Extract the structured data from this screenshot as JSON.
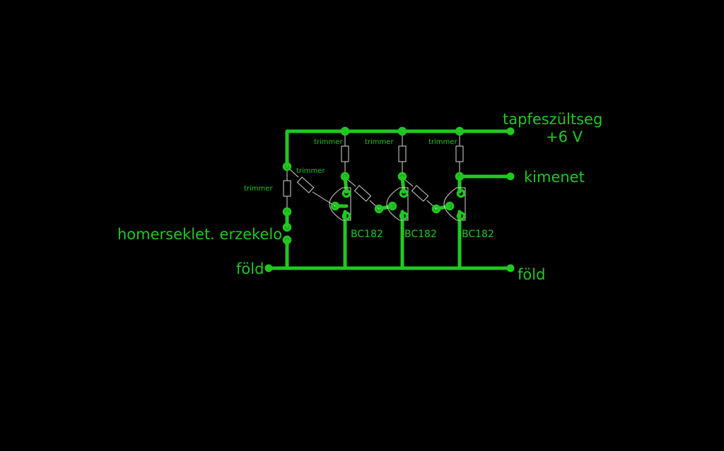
{
  "labels": {
    "supply": "tapfeszültseg",
    "supply_voltage": "+6 V",
    "output": "kimenet",
    "ground_left": "föld",
    "ground_right": "föld",
    "sensor": "homerseklet. erzekelo",
    "trimmer": "trimmer",
    "transistor": "BC182"
  },
  "colors": {
    "background": "#000000",
    "copper": "#22c722",
    "component_outline": "#d8d8d8"
  }
}
